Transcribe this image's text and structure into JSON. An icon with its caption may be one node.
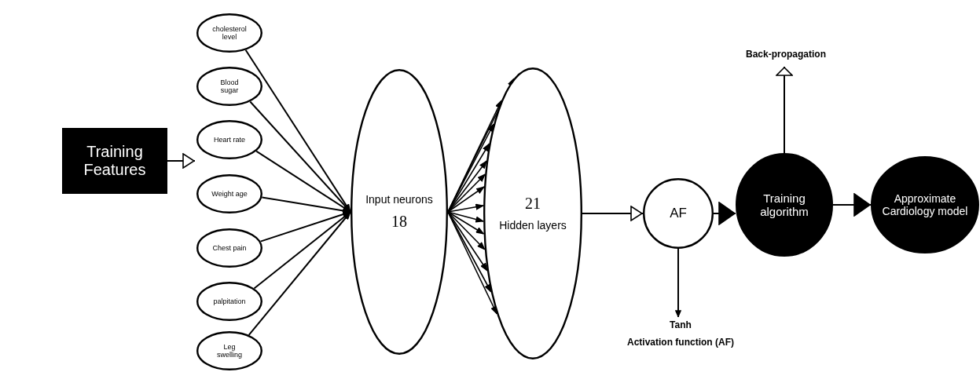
{
  "diagram": {
    "nodes": [
      {
        "text": [
          "Training Features"
        ]
      },
      {
        "text": [
          "cholesterol level"
        ]
      },
      {
        "text": [
          "Blood sugar"
        ]
      },
      {
        "text": [
          "Heart rate"
        ]
      },
      {
        "text": [
          "Weight age"
        ]
      },
      {
        "text": [
          "Chest pain"
        ]
      },
      {
        "text": [
          "palpitation"
        ]
      },
      {
        "text": [
          "Leg swelling"
        ]
      },
      {
        "text": [
          "Input neurons",
          "18"
        ]
      },
      {
        "text": [
          "21",
          "Hidden layers"
        ]
      },
      {
        "text": [
          "AF"
        ]
      },
      {
        "text": [
          "Training algorithm"
        ]
      },
      {
        "text": [
          "Approximate Cardiology model"
        ]
      },
      {
        "text": [
          "Back-propagation"
        ]
      },
      {
        "text": [
          "Tanh",
          "Activation function (AF)"
        ]
      }
    ],
    "edges": [
      {
        "from": 0,
        "to": 3,
        "arrow": "to"
      },
      {
        "from": 1,
        "to": 8,
        "arrow": "to"
      },
      {
        "from": 2,
        "to": 8,
        "arrow": "to"
      },
      {
        "from": 3,
        "to": 8,
        "arrow": "to"
      },
      {
        "from": 4,
        "to": 8,
        "arrow": "to"
      },
      {
        "from": 5,
        "to": 8,
        "arrow": "to"
      },
      {
        "from": 6,
        "to": 8,
        "arrow": "to"
      },
      {
        "from": 7,
        "to": 8,
        "arrow": "to"
      },
      {
        "from": 8,
        "to": 9,
        "arrow": "to"
      },
      {
        "from": 8,
        "to": 9,
        "arrow": "to"
      },
      {
        "from": 8,
        "to": 9,
        "arrow": "to"
      },
      {
        "from": 8,
        "to": 9,
        "arrow": "to"
      },
      {
        "from": 8,
        "to": 9,
        "arrow": "to"
      },
      {
        "from": 8,
        "to": 9,
        "arrow": "to"
      },
      {
        "from": 8,
        "to": 9,
        "arrow": "to"
      },
      {
        "from": 8,
        "to": 9,
        "arrow": "to"
      },
      {
        "from": 8,
        "to": 9,
        "arrow": "to"
      },
      {
        "from": 8,
        "to": 9,
        "arrow": "to"
      },
      {
        "from": 8,
        "to": 9,
        "arrow": "to"
      },
      {
        "from": 8,
        "to": 9,
        "arrow": "to"
      },
      {
        "from": 8,
        "to": 9,
        "arrow": "to"
      },
      {
        "from": 8,
        "to": 9,
        "arrow": "to"
      },
      {
        "from": 9,
        "to": 10,
        "arrow": "to"
      },
      {
        "from": 10,
        "to": 11,
        "arrow": "to"
      },
      {
        "from": 11,
        "to": 12,
        "arrow": "to"
      },
      {
        "from": 11,
        "to": 13,
        "arrow": "to"
      },
      {
        "from": 10,
        "to": 14,
        "arrow": "to"
      }
    ]
  }
}
